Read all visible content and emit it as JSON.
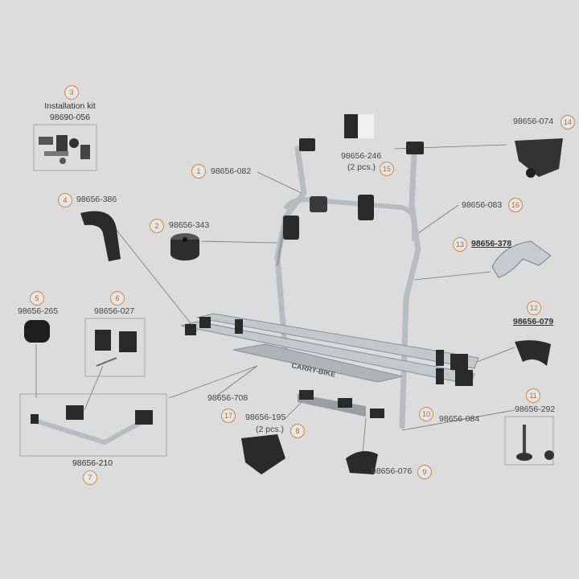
{
  "parts": [
    {
      "num": "1",
      "code": "98656-082"
    },
    {
      "num": "2",
      "code": "98656-343"
    },
    {
      "num": "3",
      "code": "98690-056",
      "title": "Installation kit"
    },
    {
      "num": "4",
      "code": "98656-386"
    },
    {
      "num": "5",
      "code": "98656-265"
    },
    {
      "num": "6",
      "code": "98656-027"
    },
    {
      "num": "7",
      "code": "98656-210"
    },
    {
      "num": "8",
      "code": "98656-195",
      "qty": "(2 pcs.)"
    },
    {
      "num": "9",
      "code": "98656-076"
    },
    {
      "num": "10",
      "code": "98656-084"
    },
    {
      "num": "11",
      "code": "98656-292"
    },
    {
      "num": "12",
      "code": "98656-079"
    },
    {
      "num": "13",
      "code": "98656-378"
    },
    {
      "num": "14",
      "code": "98656-074"
    },
    {
      "num": "15",
      "code": "98656-246",
      "qty": "(2 pcs.)"
    },
    {
      "num": "16",
      "code": "98656-083"
    },
    {
      "num": "17",
      "code": "98656-708"
    }
  ],
  "brand_text": "CARRY-BIKE",
  "colors": {
    "background": "#dcdcdc",
    "circle": "#d08a48",
    "frame": "#b8bcc0",
    "dark": "#2a2a2a"
  }
}
